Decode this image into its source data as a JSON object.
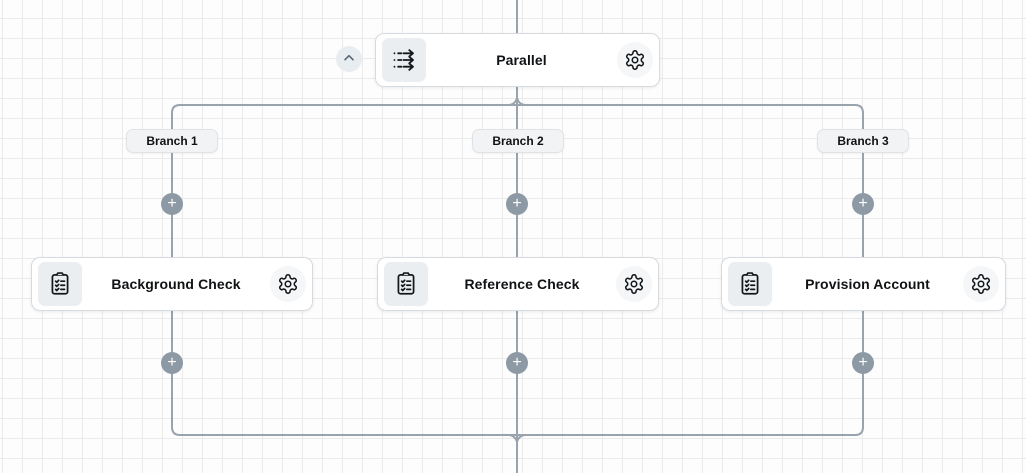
{
  "parallel_node": {
    "label": "Parallel"
  },
  "branches": [
    {
      "label": "Branch 1",
      "task": {
        "label": "Background Check"
      }
    },
    {
      "label": "Branch 2",
      "task": {
        "label": "Reference Check"
      }
    },
    {
      "label": "Branch 3",
      "task": {
        "label": "Provision Account"
      }
    }
  ],
  "controls": {
    "add_step_glyph": "+"
  },
  "icons": {
    "parallel": "parallel-arrows-icon",
    "task": "clipboard-checklist-icon",
    "settings": "gear-icon",
    "collapse": "chevron-up-icon",
    "add": "plus-icon"
  },
  "colors": {
    "connector": "#99a3ad",
    "plus_fill": "#8d99a4",
    "canvas_bg": "#fdfdfd",
    "grid_line": "#ebebeb",
    "node_bg": "#ffffff",
    "node_border": "#d7dbdf",
    "icon_tile_bg": "#eaeef1",
    "branch_label_bg": "#f2f3f5",
    "collapse_button_bg": "#e8edf2"
  }
}
